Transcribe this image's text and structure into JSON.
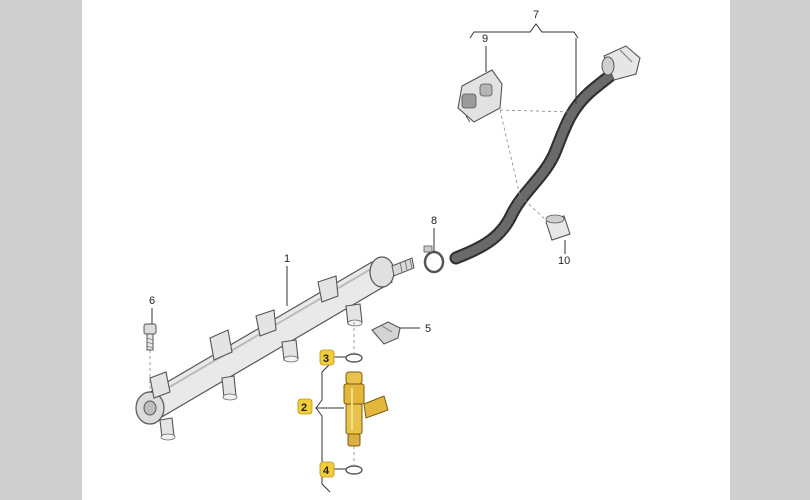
{
  "callouts": {
    "c1": "1",
    "c2": "2",
    "c3": "3",
    "c4": "4",
    "c5": "5",
    "c6": "6",
    "c7": "7",
    "c8": "8",
    "c9": "9",
    "c10": "10"
  },
  "highlighted_callouts": [
    "2",
    "3",
    "4"
  ],
  "colors": {
    "background_side": "#cfcfcf",
    "sheet": "#ffffff",
    "part_fill": "#e6e6e6",
    "part_stroke": "#555555",
    "hose_fill": "#3a3a3a",
    "injector_fill": "#e8c24a",
    "highlight_badge": "#f2cd3a"
  }
}
